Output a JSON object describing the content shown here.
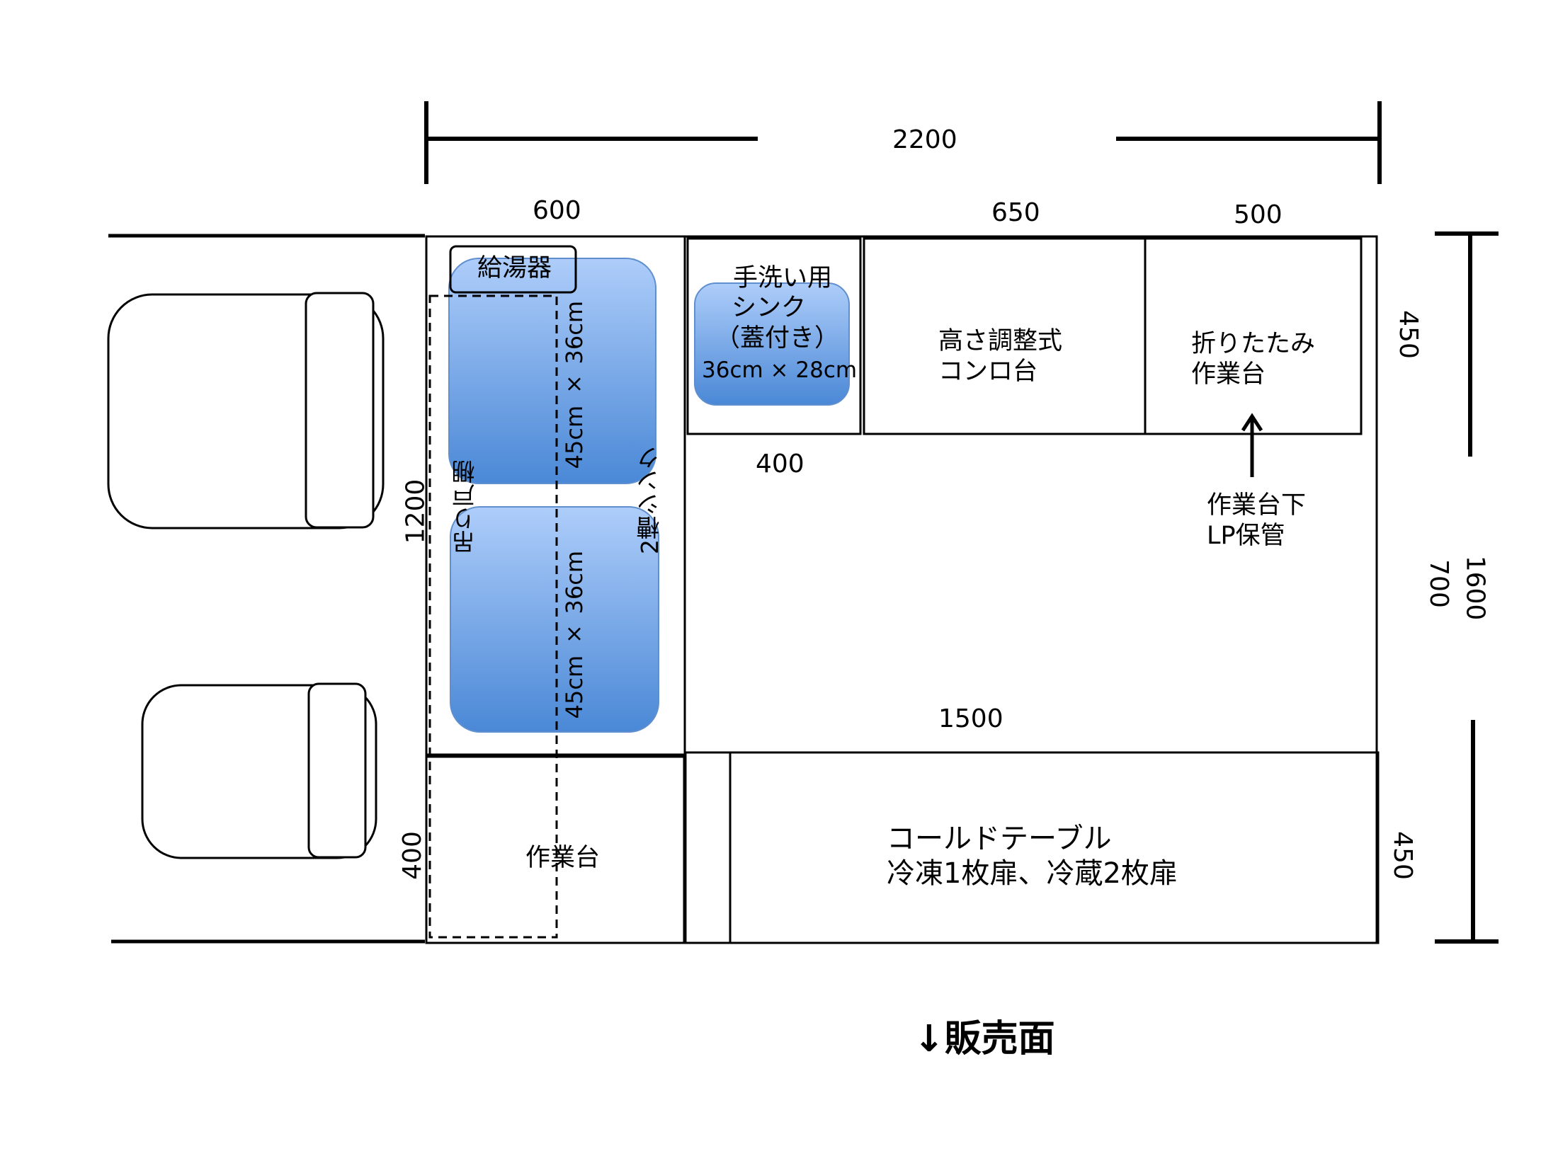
{
  "dimensions": {
    "total_width": "2200",
    "sink_section": "600",
    "stove_section": "650",
    "fold_section": "500",
    "handwash_section": "400",
    "sink_length": "1200",
    "work_depth": "400",
    "back_depth": "450",
    "middle_aisle": "700",
    "right_total": "1600",
    "aisle_length": "1500",
    "front_depth": "450"
  },
  "labels": {
    "water_heater": "給湯器",
    "handwash_sink": [
      "手洗い用",
      "シンク",
      "（蓋付き）",
      "36cm × 28cm"
    ],
    "stove_stand": [
      "高さ調整式",
      "コンロ台"
    ],
    "folding_table": [
      "折りたたみ",
      "作業台"
    ],
    "lp_storage": [
      "作業台下",
      "LP保管"
    ],
    "sink_basin_size_1": "45cm × 36cm",
    "sink_basin_size_2": "45cm × 36cm",
    "double_sink": "2槽シンク",
    "hanging_cabinet": "吊り戸棚",
    "worktable": "作業台",
    "cold_table": [
      "コールドテーブル",
      "冷凍1枚扉、冷蔵2枚扉"
    ],
    "sales_side": "↓販売面"
  },
  "colors": {
    "basin_top": "#aecdfa",
    "basin_bottom": "#4a88d6",
    "line": "#000000"
  }
}
